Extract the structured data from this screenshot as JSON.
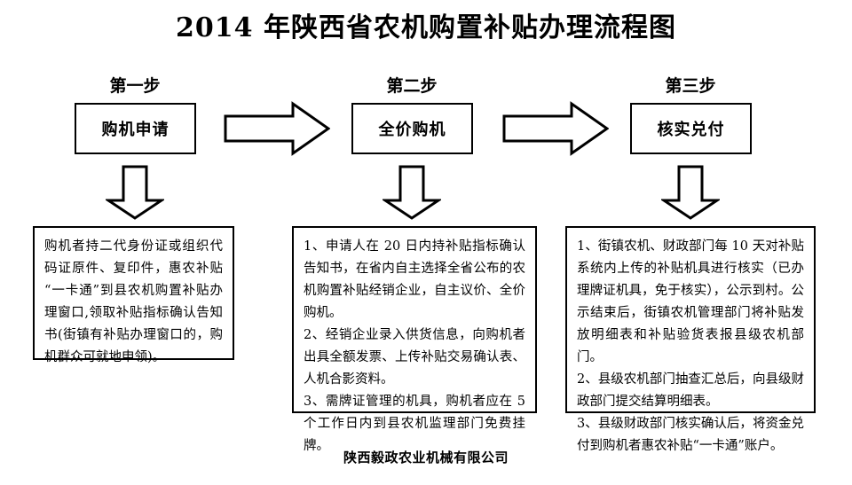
{
  "document": {
    "title": "2014 年陕西省农机购置补贴办理流程图",
    "footer": "陕西毅政农业机械有限公司",
    "background_color": "#ffffff",
    "line_color": "#000000"
  },
  "steps": [
    {
      "label": "第一步",
      "box_text": "购机申请"
    },
    {
      "label": "第二步",
      "box_text": "全价购机"
    },
    {
      "label": "第三步",
      "box_text": "核实兑付"
    }
  ],
  "connectors": {
    "right_arrows": [
      "arrow-right-icon",
      "arrow-right-icon"
    ],
    "down_arrows": [
      "arrow-down-icon",
      "arrow-down-icon",
      "arrow-down-icon"
    ]
  },
  "details": [
    {
      "step": "第一步",
      "lines": [
        "购机者持二代身份证或组织代码证原件、复印件，惠农补贴“一卡通”到县农机购置补贴办理窗口,领取补贴指标确认告知书(街镇有补贴办理窗口的，购机群众可就地申领)。"
      ]
    },
    {
      "step": "第二步",
      "lines": [
        "1、申请人在 20 日内持补贴指标确认告知书，在省内自主选择全省公布的农机购置补贴经销企业，自主议价、全价购机。",
        "2、经销企业录入供货信息，向购机者出具全额发票、上传补贴交易确认表、人机合影资料。",
        "3、需牌证管理的机具，购机者应在 5 个工作日内到县农机监理部门免费挂牌。"
      ]
    },
    {
      "step": "第三步",
      "lines": [
        "1、街镇农机、财政部门每 10 天对补贴系统内上传的补贴机具进行核实（已办理牌证机具，免于核实），公示到村。公示结束后，街镇农机管理部门将补贴发放明细表和补贴验货表报县级农机部门。",
        "2、县级农机部门抽查汇总后，向县级财政部门提交结算明细表。",
        "3、县级财政部门核实确认后，将资金兑付到购机者惠农补贴“一卡通”账户。"
      ]
    }
  ]
}
